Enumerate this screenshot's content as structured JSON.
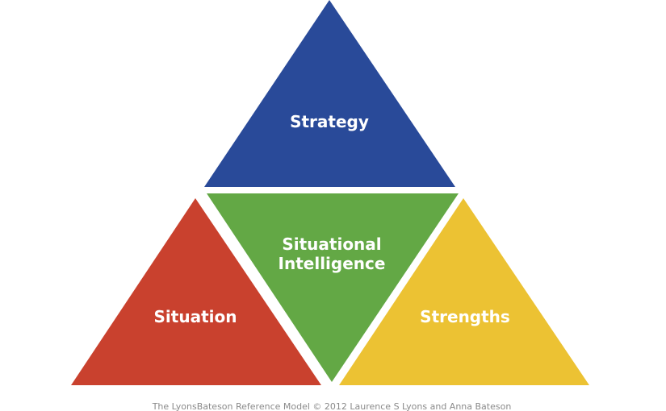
{
  "triangles": {
    "top": {
      "label": "Strategy",
      "color": "#294a99"
    },
    "center": {
      "label_line1": "Situational",
      "label_line2": "Intelligence",
      "color": "#63a845"
    },
    "left": {
      "label": "Situation",
      "color": "#c9412e"
    },
    "right": {
      "label": "Strengths",
      "color": "#ecc233"
    }
  },
  "caption": "The LyonsBateson Reference Model © 2012 Laurence S Lyons and Anna Bateson"
}
